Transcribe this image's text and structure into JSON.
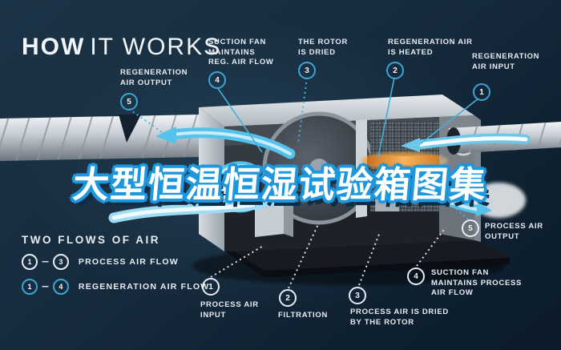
{
  "title": {
    "bold": "HOW",
    "light": "IT WORKS"
  },
  "overlay": {
    "title": "大型恒温恒湿试验箱图集"
  },
  "callouts": [
    {
      "id": "reg-output",
      "num": "5",
      "label": "REGENERATION\nAIR OUTPUT",
      "flow": "regeneration"
    },
    {
      "id": "suction-reg",
      "num": "4",
      "label": "SUCTION FAN\nMAINTAINS\nREG. AIR FLOW",
      "flow": "regeneration"
    },
    {
      "id": "rotor-dried",
      "num": "3",
      "label": "THE ROTOR\nIS DRIED",
      "flow": "regeneration"
    },
    {
      "id": "reg-heated",
      "num": "2",
      "label": "REGENERATION AIR\nIS HEATED",
      "flow": "regeneration"
    },
    {
      "id": "reg-input",
      "num": "1",
      "label": "REGENERATION\nAIR INPUT",
      "flow": "regeneration"
    },
    {
      "id": "process-output",
      "num": "5",
      "label": "PROCESS AIR\nOUTPUT",
      "flow": "process"
    },
    {
      "id": "suction-process",
      "num": "4",
      "label": "SUCTION FAN\nMAINTAINS PROCESS\nAIR FLOW",
      "flow": "process"
    },
    {
      "id": "process-dried",
      "num": "3",
      "label": "PROCESS AIR IS DRIED\nBY THE ROTOR",
      "flow": "process"
    },
    {
      "id": "filtration",
      "num": "2",
      "label": "FILTRATION",
      "flow": "process"
    },
    {
      "id": "process-input",
      "num": "1",
      "label": "PROCESS AIR\nINPUT",
      "flow": "process"
    }
  ],
  "legend": {
    "heading": "TWO FLOWS OF AIR",
    "rows": [
      {
        "from": "1",
        "dash": "–",
        "to": "3",
        "label": "PROCESS AIR FLOW",
        "flow": "process"
      },
      {
        "from": "1",
        "dash": "–",
        "to": "4",
        "label": "REGENERATION AIR FLOW",
        "flow": "regeneration"
      }
    ]
  },
  "colors": {
    "background": "#152a3c",
    "accent_cyan": "#3db6e8",
    "badge_process": "#e7edf2",
    "badge_regeneration": "#3ba6d2",
    "heater_orange": "#f2a03c",
    "overlay_fill": "#ffffff",
    "overlay_stroke": "#1d97dd"
  }
}
